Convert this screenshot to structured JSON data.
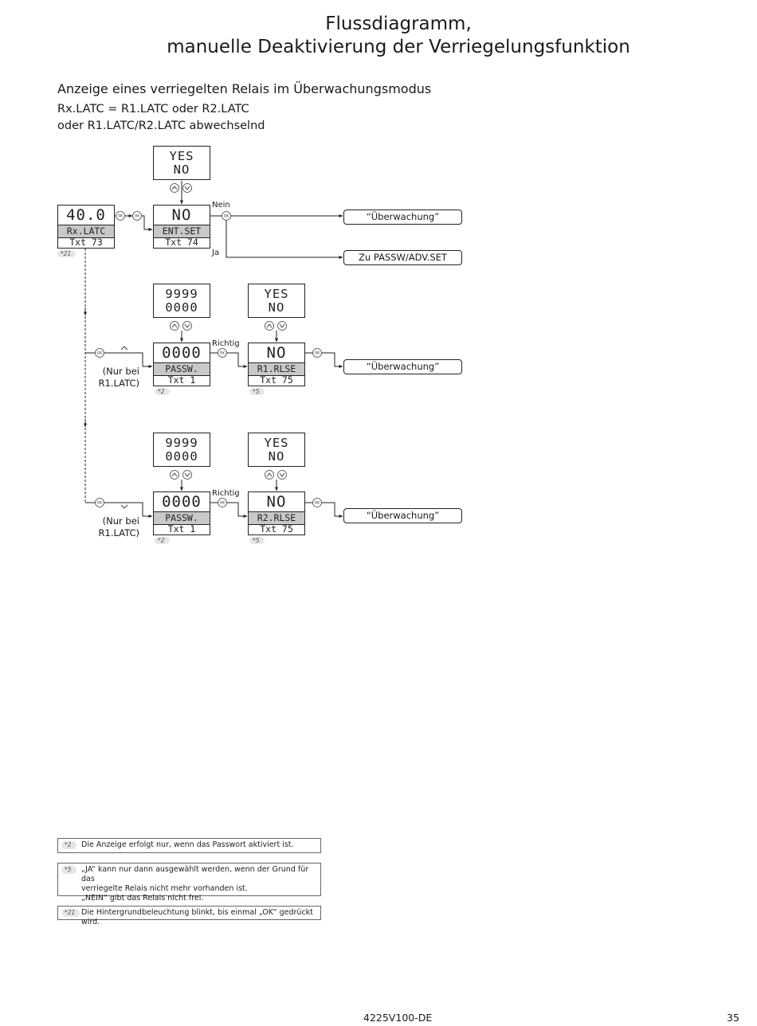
{
  "header": {
    "title_line1": "Flussdiagramm,",
    "title_line2": "manuelle Deaktivierung der Verriegelungsfunktion"
  },
  "section": {
    "subtitle": "Anzeige eines verriegelten Relais im Überwachungsmodus",
    "line1": "Rx.LATC = R1.LATC oder R2.LATC",
    "line2": "oder R1.LATC/R2.LATC abwechselnd"
  },
  "diagram": {
    "ok_label": "OK",
    "up_arrow": "^",
    "down_arrow": "v",
    "displays": {
      "latc": {
        "big": "40.0",
        "mid": "Rx.LATC",
        "low": "Txt 73",
        "tag": "*21"
      },
      "entset": {
        "big": "NO",
        "mid": "ENT.SET",
        "low": "Txt 74"
      },
      "pass1": {
        "big": "0000",
        "mid": "PASSW.",
        "low": "Txt 1",
        "tag": "*2"
      },
      "rlse1": {
        "big": "NO",
        "mid": "R1.RLSE",
        "low": "Txt 75",
        "tag": "*5"
      },
      "pass2": {
        "big": "0000",
        "mid": "PASSW.",
        "low": "Txt 1",
        "tag": "*2"
      },
      "rlse2": {
        "big": "NO",
        "mid": "R2.RLSE",
        "low": "Txt 75",
        "tag": "*5"
      }
    },
    "options": {
      "entset": [
        "YES",
        "NO"
      ],
      "pass1": [
        "9999",
        "0000"
      ],
      "rlse1": [
        "YES",
        "NO"
      ],
      "pass2": [
        "9999",
        "0000"
      ],
      "rlse2": [
        "YES",
        "NO"
      ]
    },
    "labels": {
      "nein": "Nein",
      "ja": "Ja",
      "richtig1": "Richtig",
      "richtig2": "Richtig",
      "nur_bei_1": "(Nur bei",
      "nur_bei_1b": "R1.LATC)",
      "nur_bei_2": "(Nur bei",
      "nur_bei_2b": "R1.LATC)"
    },
    "results": {
      "r1": "“Überwachung”",
      "r2": "Zu PASSW/ADV.SET",
      "r3": "“Überwachung”",
      "r4": "“Überwachung”"
    }
  },
  "footnotes": [
    {
      "tag": "*2",
      "text": "Die Anzeige erfolgt nur, wenn das Passwort aktiviert ist."
    },
    {
      "tag": "*5",
      "text": "„JA“ kann nur dann ausgewählt werden, wenn der Grund für das\nverriegelte Relais nicht mehr vorhanden ist.\n„NEIN“ gibt das Relais nicht frei."
    },
    {
      "tag": "*21",
      "text": "Die Hintergrundbeleuchtung blinkt, bis einmal „OK“ gedrückt wird."
    }
  ],
  "footer": {
    "doc_id": "4225V100-DE",
    "page_number": "35"
  }
}
